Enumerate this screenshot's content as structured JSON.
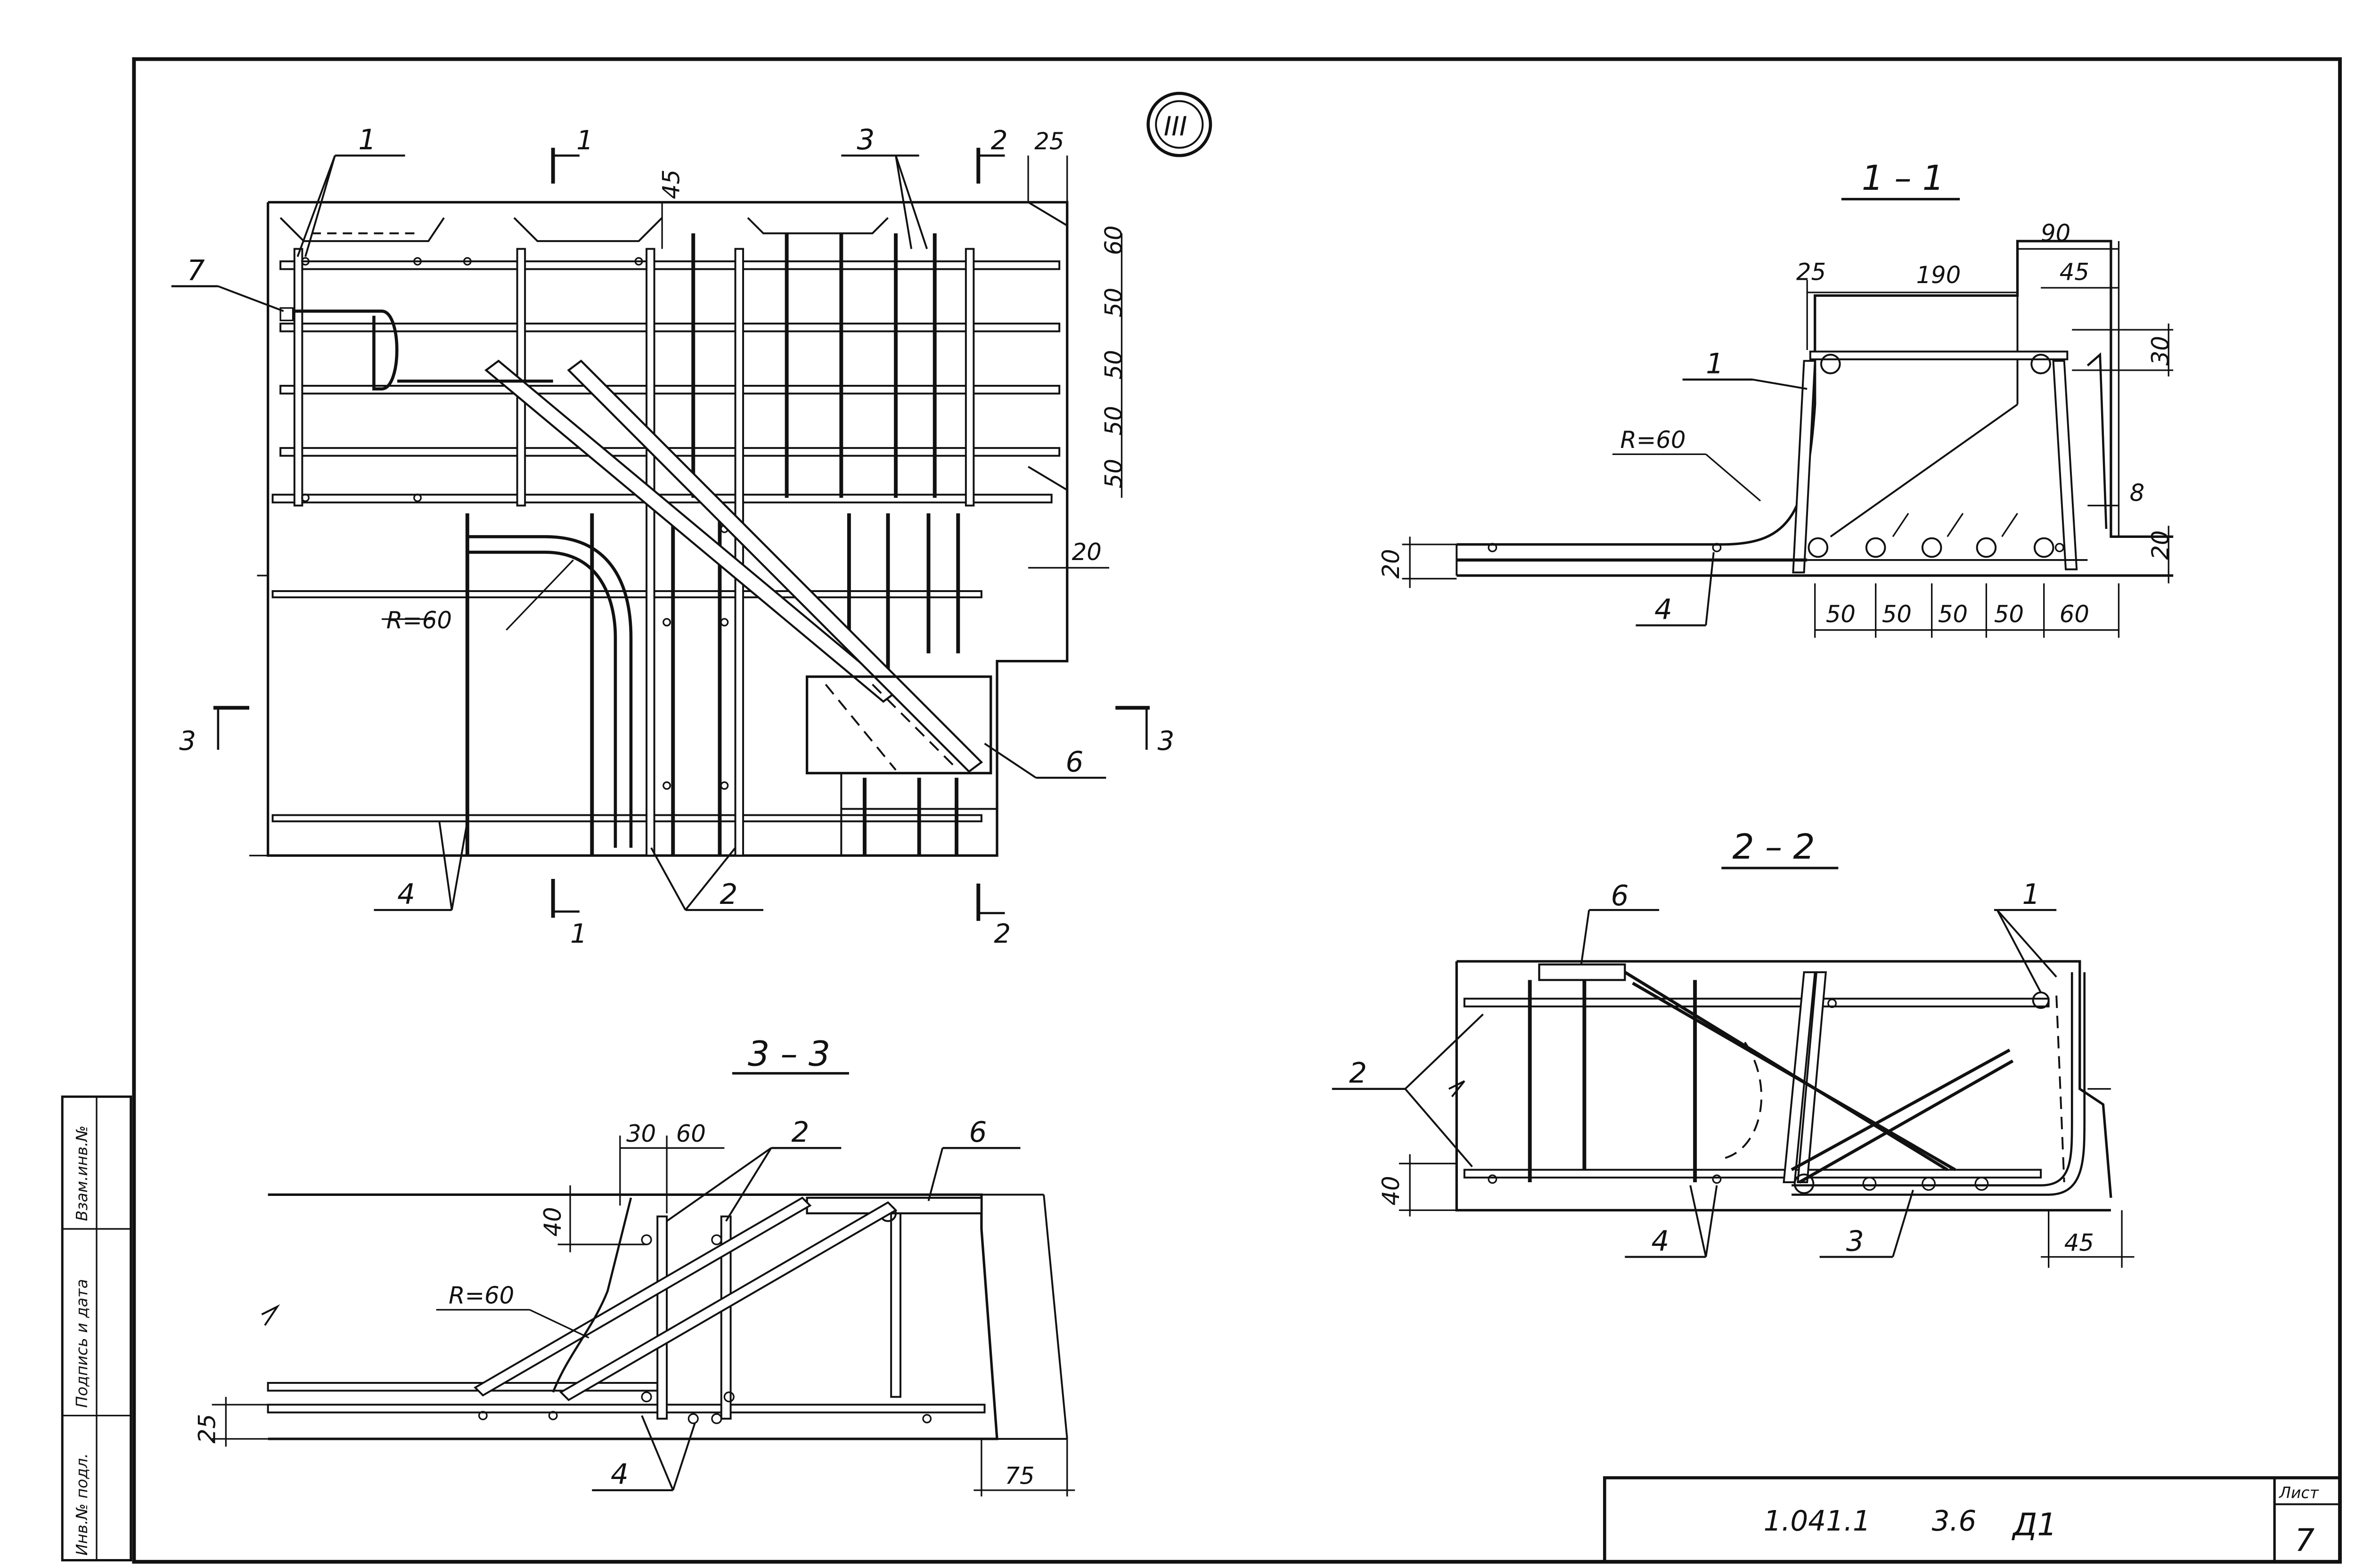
{
  "sheet": {
    "sheet_label": "Лист",
    "sheet_number": "7",
    "doc_code": "1.041.1",
    "doc_issue": "3.6",
    "doc_mark": "Д1",
    "margin_labels": [
      "Инв.№ подл.",
      "Подпись и дата",
      "Взам.инв.№"
    ]
  },
  "plan": {
    "detail_mark": "III",
    "leaders": [
      "1",
      "3",
      "7",
      "6",
      "4",
      "2"
    ],
    "cuts": [
      {
        "num": "1",
        "tag": "1"
      },
      {
        "num": "1",
        "tag": "1"
      },
      {
        "num": "2",
        "tag": "2"
      },
      {
        "num": "2",
        "tag": "2"
      },
      {
        "num": "3",
        "tag": "3"
      },
      {
        "num": "3",
        "tag": "3"
      }
    ],
    "dims": [
      "25",
      "45",
      "60",
      "50",
      "50",
      "50",
      "50",
      "20"
    ],
    "radius": "R=60"
  },
  "s11": {
    "title": "1 – 1",
    "top_dims": [
      "25",
      "190",
      "90",
      "45"
    ],
    "side_dims": [
      "30",
      "8",
      "20",
      "20"
    ],
    "bottom_dims": [
      "50",
      "50",
      "50",
      "50",
      "60"
    ],
    "radius": "R=60",
    "leaders": [
      "1",
      "4"
    ]
  },
  "s22": {
    "title": "2 – 2",
    "leaders": [
      "6",
      "1",
      "2",
      "4",
      "3"
    ],
    "dims": [
      "40",
      "45"
    ]
  },
  "s33": {
    "title": "3 – 3",
    "dims": [
      "30",
      "60",
      "40",
      "25",
      "75"
    ],
    "radius": "R=60",
    "leaders": [
      "2",
      "6",
      "4"
    ]
  }
}
